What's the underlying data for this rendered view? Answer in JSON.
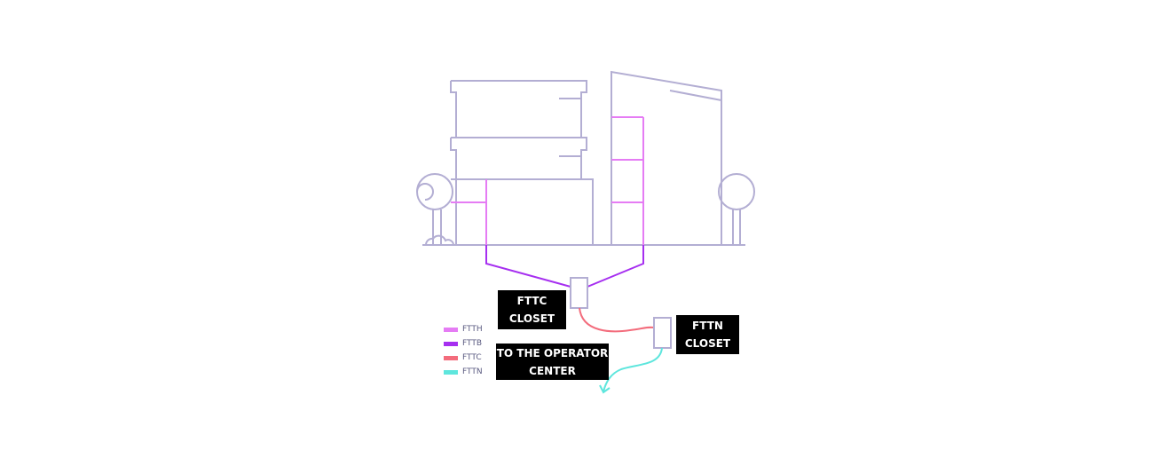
{
  "colors": {
    "building": "#b3aed3",
    "ftth": "#e57cf4",
    "fttb": "#a62ff0",
    "fttc": "#f36c7c",
    "fttn": "#5ee6dd",
    "label_bg": "#000000",
    "label_text": "#ffffff"
  },
  "labels": {
    "fttc_closet": [
      "FTTC",
      "CLOSET"
    ],
    "fttn_closet": [
      "FTTN",
      "CLOSET"
    ],
    "operator_center": [
      "TO THE OPERATOR",
      "CENTER"
    ]
  },
  "legend": [
    {
      "label": "FTTH",
      "color": "#e57cf4"
    },
    {
      "label": "FTTB",
      "color": "#a62ff0"
    },
    {
      "label": "FTTC",
      "color": "#f36c7c"
    },
    {
      "label": "FTTN",
      "color": "#5ee6dd"
    }
  ],
  "icons": [
    "tree-icon",
    "bush-icon",
    "arrow-down-icon"
  ]
}
